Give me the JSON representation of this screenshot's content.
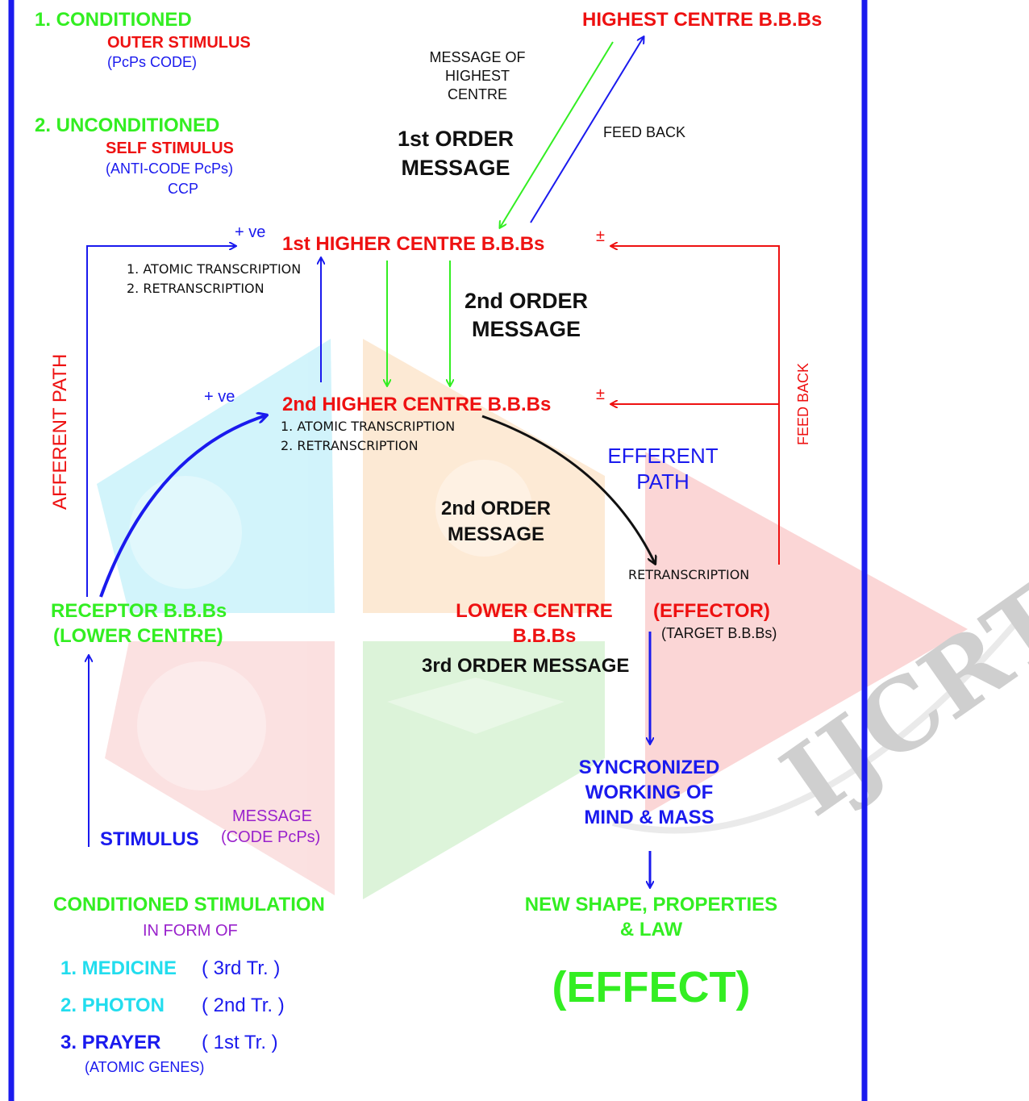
{
  "colors": {
    "green": "#33ee22",
    "red": "#ee1111",
    "blue": "#1a1aee",
    "black": "#111111",
    "purple": "#9922cc",
    "cyan": "#22ddee",
    "border": "#1a1aee"
  },
  "legend": {
    "conditioned": "1. CONDITIONED",
    "outer_stimulus": "OUTER STIMULUS",
    "pcps_code": "(PcPs CODE)",
    "unconditioned": "2. UNCONDITIONED",
    "self_stimulus": "SELF STIMULUS",
    "anti_code": "(ANTI-CODE PcPs)",
    "ccp": "CCP"
  },
  "top": {
    "highest_centre": "HIGHEST CENTRE B.B.Bs",
    "message_of_highest": "MESSAGE OF\nHIGHEST\nCENTRE",
    "feed_back": "FEED BACK",
    "first_order_1": "1st ORDER",
    "first_order_2": "MESSAGE"
  },
  "first_higher": {
    "title": "1st HIGHER CENTRE B.B.Bs",
    "plus_ve": "+ ve",
    "transcription_1": "1. ATOMIC TRANSCRIPTION",
    "transcription_2": "2. RETRANSCRIPTION",
    "plus_minus": "±"
  },
  "second_order_top": {
    "line1": "2nd ORDER",
    "line2": "MESSAGE"
  },
  "second_higher": {
    "title": "2nd HIGHER CENTRE B.B.Bs",
    "plus_ve": "+ ve",
    "transcription_1": "1. ATOMIC TRANSCRIPTION",
    "transcription_2": "2. RETRANSCRIPTION",
    "plus_minus": "±"
  },
  "side": {
    "afferent_path": "AFFERENT PATH",
    "feed_back": "FEED BACK",
    "efferent_1": "EFFERENT",
    "efferent_2": "PATH"
  },
  "middle": {
    "second_order_1": "2nd ORDER",
    "second_order_2": "MESSAGE",
    "retranscription": "RETRANSCRIPTION"
  },
  "receptor": {
    "line1": "RECEPTOR B.B.Bs",
    "line2": "(LOWER CENTRE)"
  },
  "lower": {
    "line1": "LOWER CENTRE",
    "line2": "B.B.Bs",
    "third_order": "3rd ORDER MESSAGE"
  },
  "effector": {
    "title": "(EFFECTOR)",
    "target": "(TARGET B.B.Bs)"
  },
  "stimulus": {
    "label": "STIMULUS",
    "message": "MESSAGE",
    "code": "(CODE PcPs)"
  },
  "sync": {
    "line1": "SYNCRONIZED",
    "line2": "WORKING OF",
    "line3": "MIND & MASS"
  },
  "conditioned_stimulation": {
    "title": "CONDITIONED STIMULATION",
    "in_form_of": "IN FORM OF",
    "item1": "1. MEDICINE",
    "item1_tr": "( 3rd Tr. )",
    "item2": "2. PHOTON",
    "item2_tr": "( 2nd Tr. )",
    "item3": "3. PRAYER",
    "item3_tr": "( 1st Tr. )",
    "atomic_genes": "(ATOMIC GENES)"
  },
  "result": {
    "new_shape_1": "NEW SHAPE, PROPERTIES",
    "new_shape_2": "& LAW",
    "effect": "(EFFECT)"
  },
  "watermark": {
    "text": "IJCRT"
  }
}
